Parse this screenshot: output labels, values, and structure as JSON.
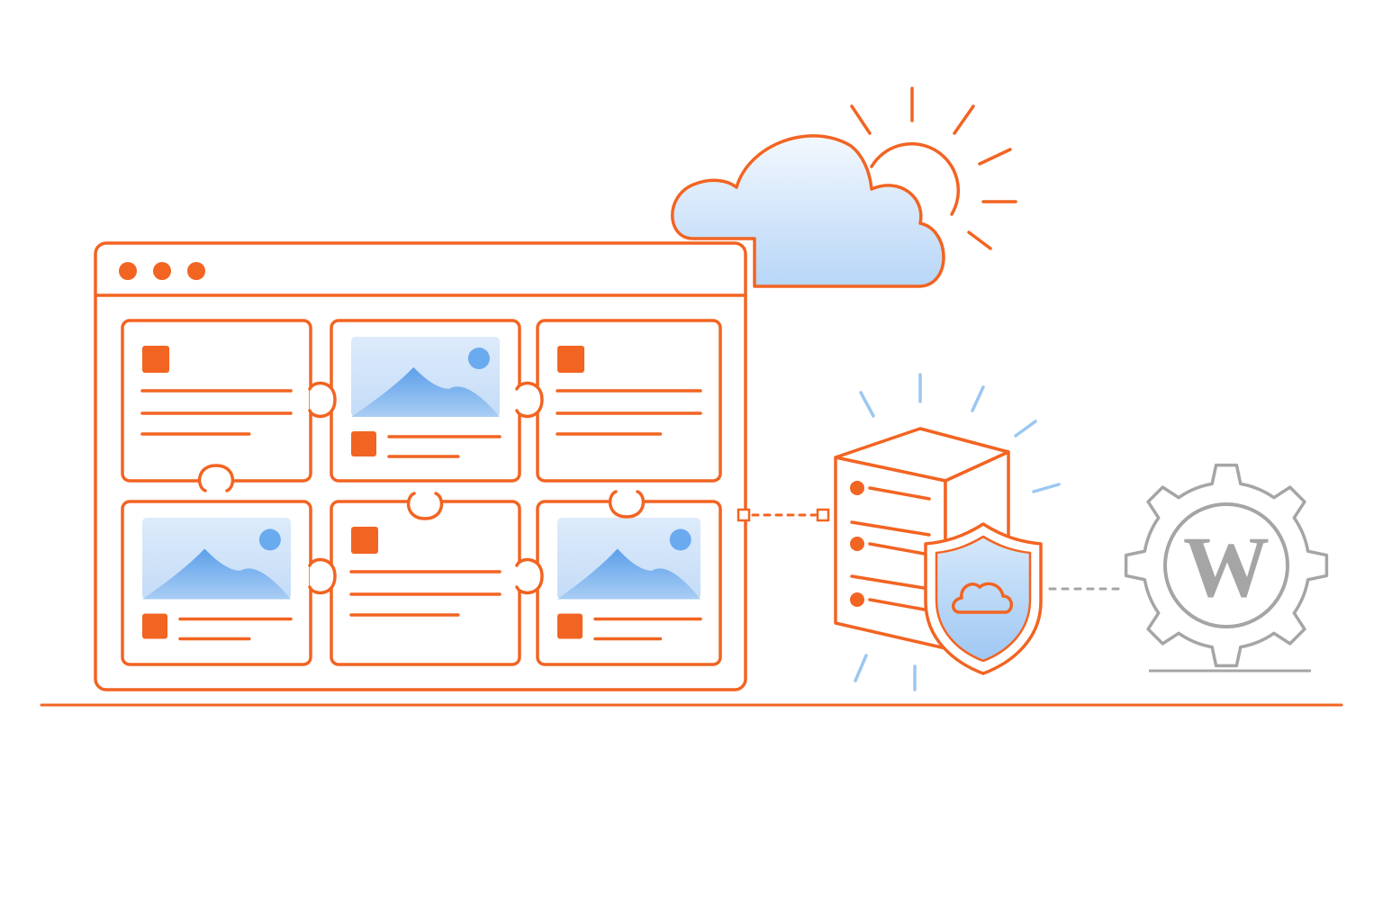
{
  "colors": {
    "accent": "#f26422",
    "sky_light": "#eaf3fd",
    "sky_mid": "#bcd9f8",
    "mountain": "#6aaaee",
    "sun_dot": "#6aaaee",
    "ray_blue": "#9cc7f1",
    "logo_gray": "#a5a5a5",
    "ground": "#f26422"
  },
  "browser": {
    "window_dots": 3,
    "cards": [
      {
        "kind": "text"
      },
      {
        "kind": "image"
      },
      {
        "kind": "text"
      },
      {
        "kind": "image"
      },
      {
        "kind": "text"
      },
      {
        "kind": "image"
      }
    ]
  },
  "weather": {
    "icon": "cloud-with-sun-icon"
  },
  "server": {
    "icon": "server-icon",
    "led_count": 3
  },
  "shield": {
    "icon": "shield-cloud-icon"
  },
  "wordpress": {
    "icon": "wordpress-gear-icon",
    "letter": "W"
  }
}
